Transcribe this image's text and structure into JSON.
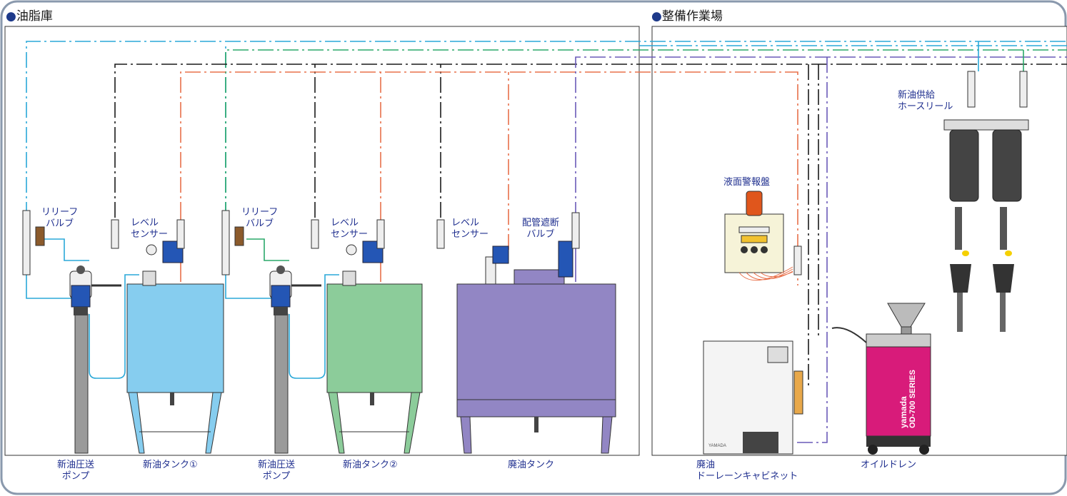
{
  "sections": {
    "storage": {
      "dot": "●",
      "title": "油脂庫"
    },
    "workshop": {
      "dot": "●",
      "title": "整備作業場"
    }
  },
  "labels": {
    "relief_valve_1": [
      "リリーフ",
      "バルブ"
    ],
    "level_sensor_1": [
      "レベル",
      "センサー"
    ],
    "relief_valve_2": [
      "リリーフ",
      "バルブ"
    ],
    "level_sensor_2": [
      "レベル",
      "センサー"
    ],
    "level_sensor_3": [
      "レベル",
      "センサー"
    ],
    "shutoff_valve": [
      "配管遮断",
      "バルブ"
    ],
    "alarm_panel": "液面警報盤",
    "hose_reel": [
      "新油供給",
      "ホースリール"
    ],
    "pump_1": [
      "新油圧送",
      "ポンプ"
    ],
    "tank_1": "新油タンク①",
    "pump_2": [
      "新油圧送",
      "ポンプ"
    ],
    "tank_2": "新油タンク②",
    "waste_tank": "廃油タンク",
    "drain_cabinet": [
      "廃油",
      "ドーレーンキャビネット"
    ],
    "oil_drain": "オイルドレン"
  },
  "brand": {
    "name": "yamada",
    "model": "OD-700 SERIES",
    "small": "YAMADA"
  },
  "colors": {
    "accent": "#1f2f8f",
    "line_cyan": "#2aa8d8",
    "line_black": "#1a1a1a",
    "line_green": "#2aa86a",
    "line_orange": "#e8704a",
    "line_purple": "#6a5ab8",
    "tank_blue": "#86cdef",
    "tank_green": "#8ccc9a",
    "tank_purple": "#9286c4",
    "drain_pink": "#d81b7a"
  }
}
